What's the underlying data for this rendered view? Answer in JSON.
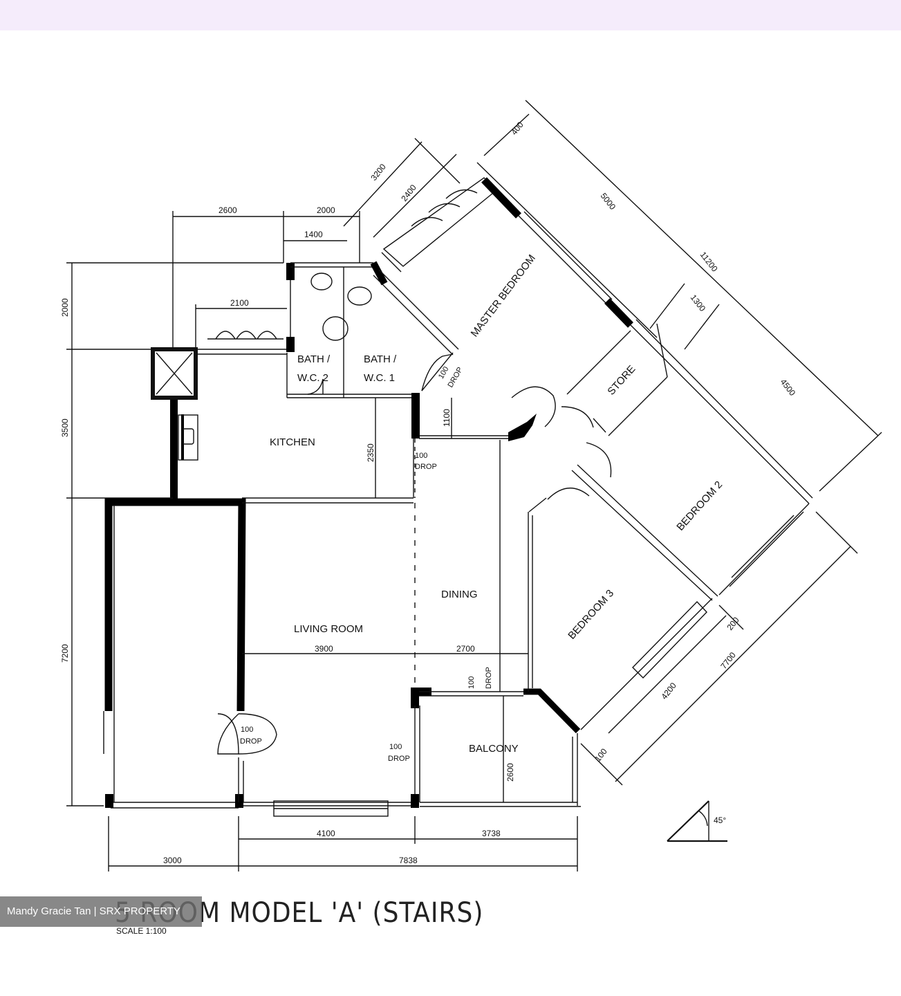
{
  "header_band_color": "#f5ecfb",
  "title": "5 ROOM MODEL 'A' (STAIRS)",
  "scale": "SCALE   1:100",
  "watermark": "Mandy Gracie Tan | SRX PROPERTY",
  "compass_angle": "45°",
  "rooms": {
    "master_bedroom": "MASTER BEDROOM",
    "bath_wc_2": [
      "BATH  /",
      "W.C. 2"
    ],
    "bath_wc_1": [
      "BATH  /",
      "W.C. 1"
    ],
    "kitchen": "KITCHEN",
    "store": "STORE",
    "bedroom_2": "BEDROOM 2",
    "bedroom_3": "BEDROOM 3",
    "dining": "DINING",
    "living_room": "LIVING ROOM",
    "balcony": "BALCONY"
  },
  "drop_labels": {
    "value": "100",
    "word": "DROP"
  },
  "dimensions": {
    "top_2600": "2600",
    "top_2000": "2000",
    "top_1400": "1400",
    "kitchen_2100": "2100",
    "left_2000": "2000",
    "left_3500": "3500",
    "left_7200": "7200",
    "kitchen_2350": "2350",
    "bath_1100": "1100",
    "living_3900": "3900",
    "dining_2700": "2700",
    "balcony_2600": "2600",
    "bottom_4100": "4100",
    "bottom_3738": "3738",
    "bottom_3000": "3000",
    "bottom_7838": "7838",
    "diag_3200": "3200",
    "diag_2400": "2400",
    "diag_400": "400",
    "diag_5000": "5000",
    "diag_11200": "11200",
    "diag_1300": "1300",
    "diag_4500": "4500",
    "diag_4200": "4200",
    "diag_7700": "7700",
    "diag_200": "200",
    "diag_100": "100"
  }
}
